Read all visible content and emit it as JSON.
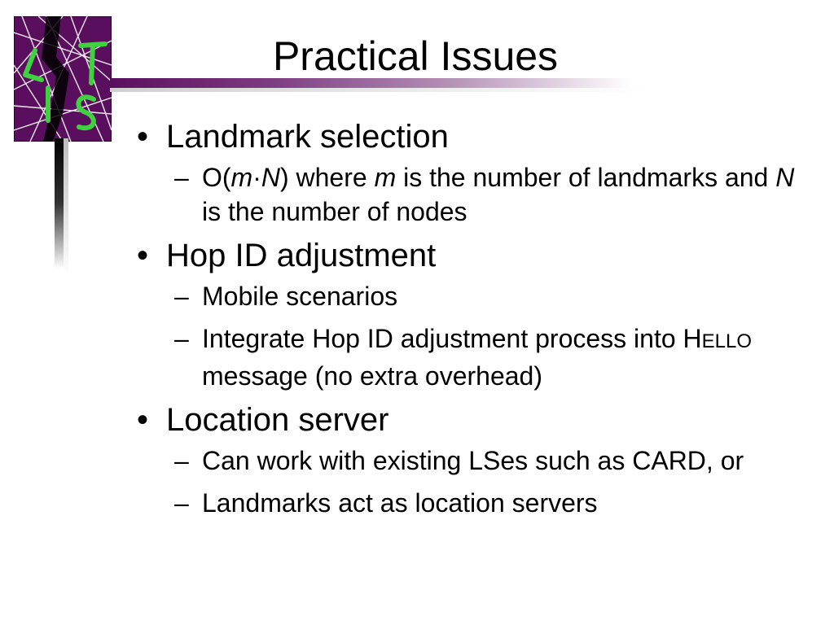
{
  "slide": {
    "title": "Practical Issues",
    "bullet_glyph": "•",
    "dash_glyph": "–",
    "colors": {
      "logo_purple": "#5a0f5e",
      "logo_green": "#3fd13f",
      "bar_purple": "#7c3a80"
    },
    "logo": {
      "letters": [
        "L",
        "T",
        "I",
        "S"
      ]
    },
    "bullets": [
      {
        "text": "Landmark selection",
        "subs": [
          {
            "o_open": "O(",
            "m": "m",
            "dot": "·",
            "n": "N",
            "close_where": ") where ",
            "m2": "m",
            "mid": " is the number of landmarks and ",
            "n2": "N",
            "end": " is the number of nodes"
          }
        ]
      },
      {
        "text": "Hop ID adjustment",
        "subs": [
          {
            "text": "Mobile scenarios"
          },
          {
            "pre": "Integrate Hop ID adjustment process into H",
            "small": "ELLO",
            "post": " message (no extra overhead)"
          }
        ]
      },
      {
        "text": "Location server",
        "subs": [
          {
            "text": "Can work with existing LSes such as CARD, or"
          },
          {
            "text": "Landmarks act as location servers"
          }
        ]
      }
    ]
  }
}
